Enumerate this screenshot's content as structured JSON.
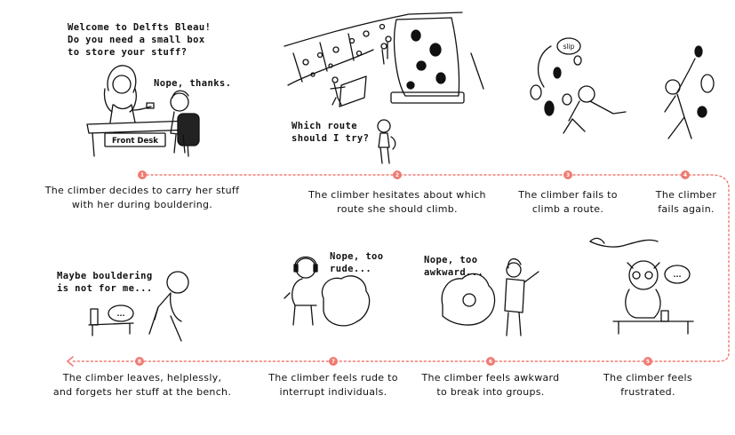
{
  "colors": {
    "accent": "#f07a72",
    "ink": "#111111",
    "background": "#ffffff"
  },
  "steps": [
    {
      "num": "1",
      "caption": "The climber decides to carry her stuff\nwith her during bouldering."
    },
    {
      "num": "2",
      "caption": "The climber hesitates about which\nroute she should climb."
    },
    {
      "num": "3",
      "caption": "The climber fails to\nclimb a route."
    },
    {
      "num": "4",
      "caption": "The climber\nfails again."
    },
    {
      "num": "5",
      "caption": "The climber feels\nfrustrated."
    },
    {
      "num": "6",
      "caption": "The climber feels awkward\nto break into groups."
    },
    {
      "num": "7",
      "caption": "The climber feels rude to\ninterrupt individuals."
    },
    {
      "num": "8",
      "caption": "The climber leaves, helplessly,\nand forgets her stuff at the bench."
    }
  ],
  "bubbles": {
    "welcome": "Welcome to Delfts Bleau!\nDo you need a small box\nto store your stuff?",
    "nope_thanks": "Nope, thanks.",
    "front_desk": "Front Desk",
    "which_route": "Which route\nshould I try?",
    "slip": "slip",
    "nope_awkward": "Nope, too\nawkward...",
    "nope_rude": "Nope, too\nrude...",
    "maybe": "Maybe bouldering\nis not for me...",
    "ellipsis_a": "...",
    "ellipsis_b": "..."
  }
}
